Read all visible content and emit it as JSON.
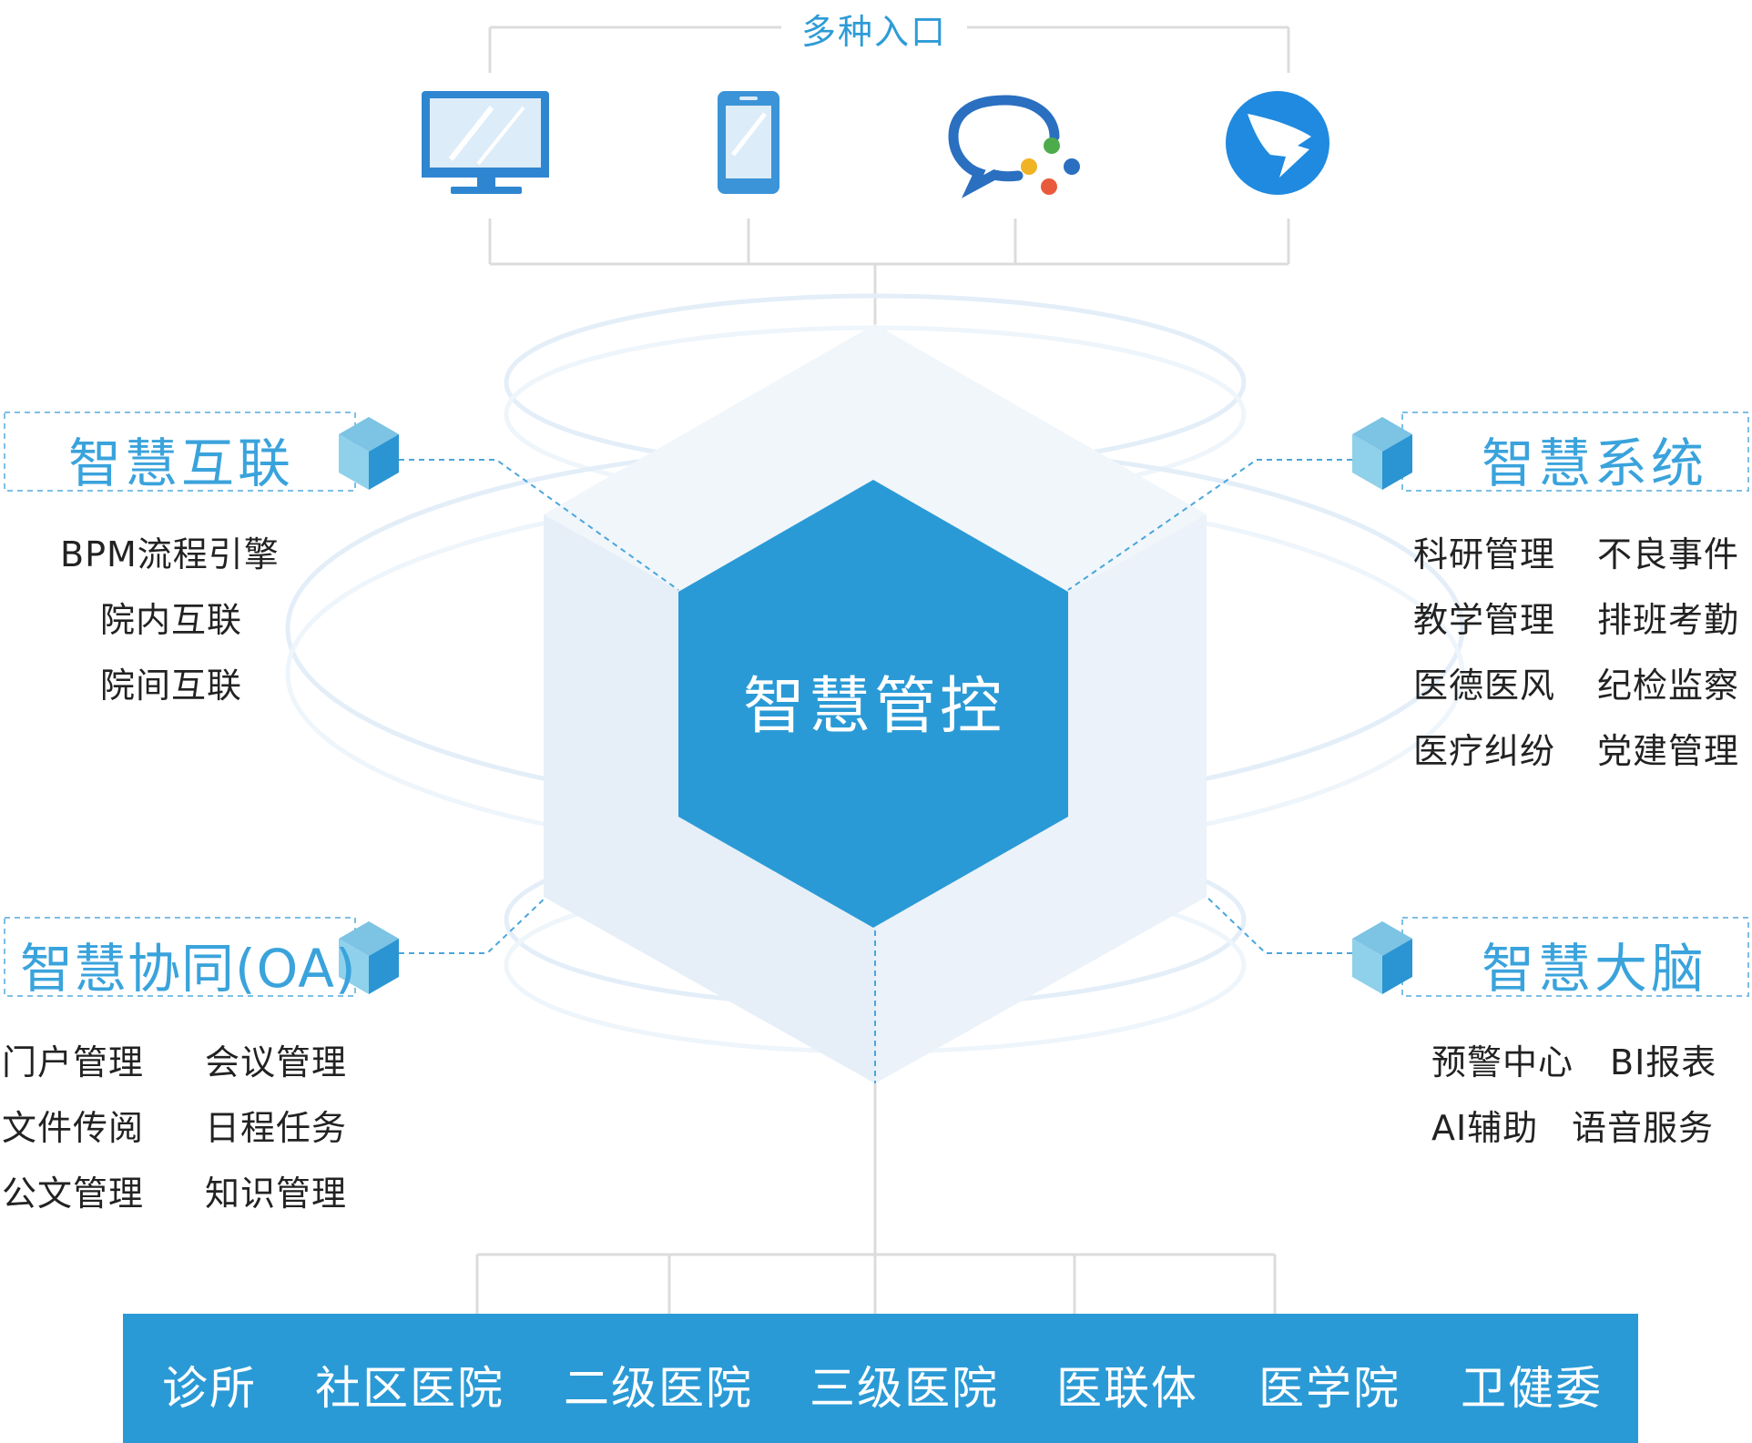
{
  "entry": {
    "title": "多种入口",
    "icons": [
      "desktop-monitor-icon",
      "mobile-phone-icon",
      "wecom-chat-icon",
      "dingtalk-icon"
    ]
  },
  "hub": {
    "title": "智慧管控"
  },
  "modules": {
    "interconnect": {
      "title": "智慧互联",
      "items": [
        "BPM流程引擎",
        "院内互联",
        "院间互联"
      ]
    },
    "system": {
      "title": "智慧系统",
      "items": [
        "科研管理",
        "不良事件",
        "教学管理",
        "排班考勤",
        "医德医风",
        "纪检监察",
        "医疗纠纷",
        "党建管理"
      ]
    },
    "oa": {
      "title": "智慧协同(OA)",
      "items": [
        "门户管理",
        "会议管理",
        "文件传阅",
        "日程任务",
        "公文管理",
        "知识管理"
      ]
    },
    "brain": {
      "title": "智慧大脑",
      "items": [
        "预警中心",
        "BI报表",
        "AI辅助",
        "语音服务"
      ]
    }
  },
  "institutions": [
    "诊所",
    "社区医院",
    "二级医院",
    "三级医院",
    "医联体",
    "医学院",
    "卫健委"
  ],
  "colors": {
    "accent": "#2a9ad6",
    "hub_fill": "#2a9ad6",
    "hex_light": "#eef4fa",
    "module_title": "#3aa3dc",
    "line": "#dddddd"
  }
}
